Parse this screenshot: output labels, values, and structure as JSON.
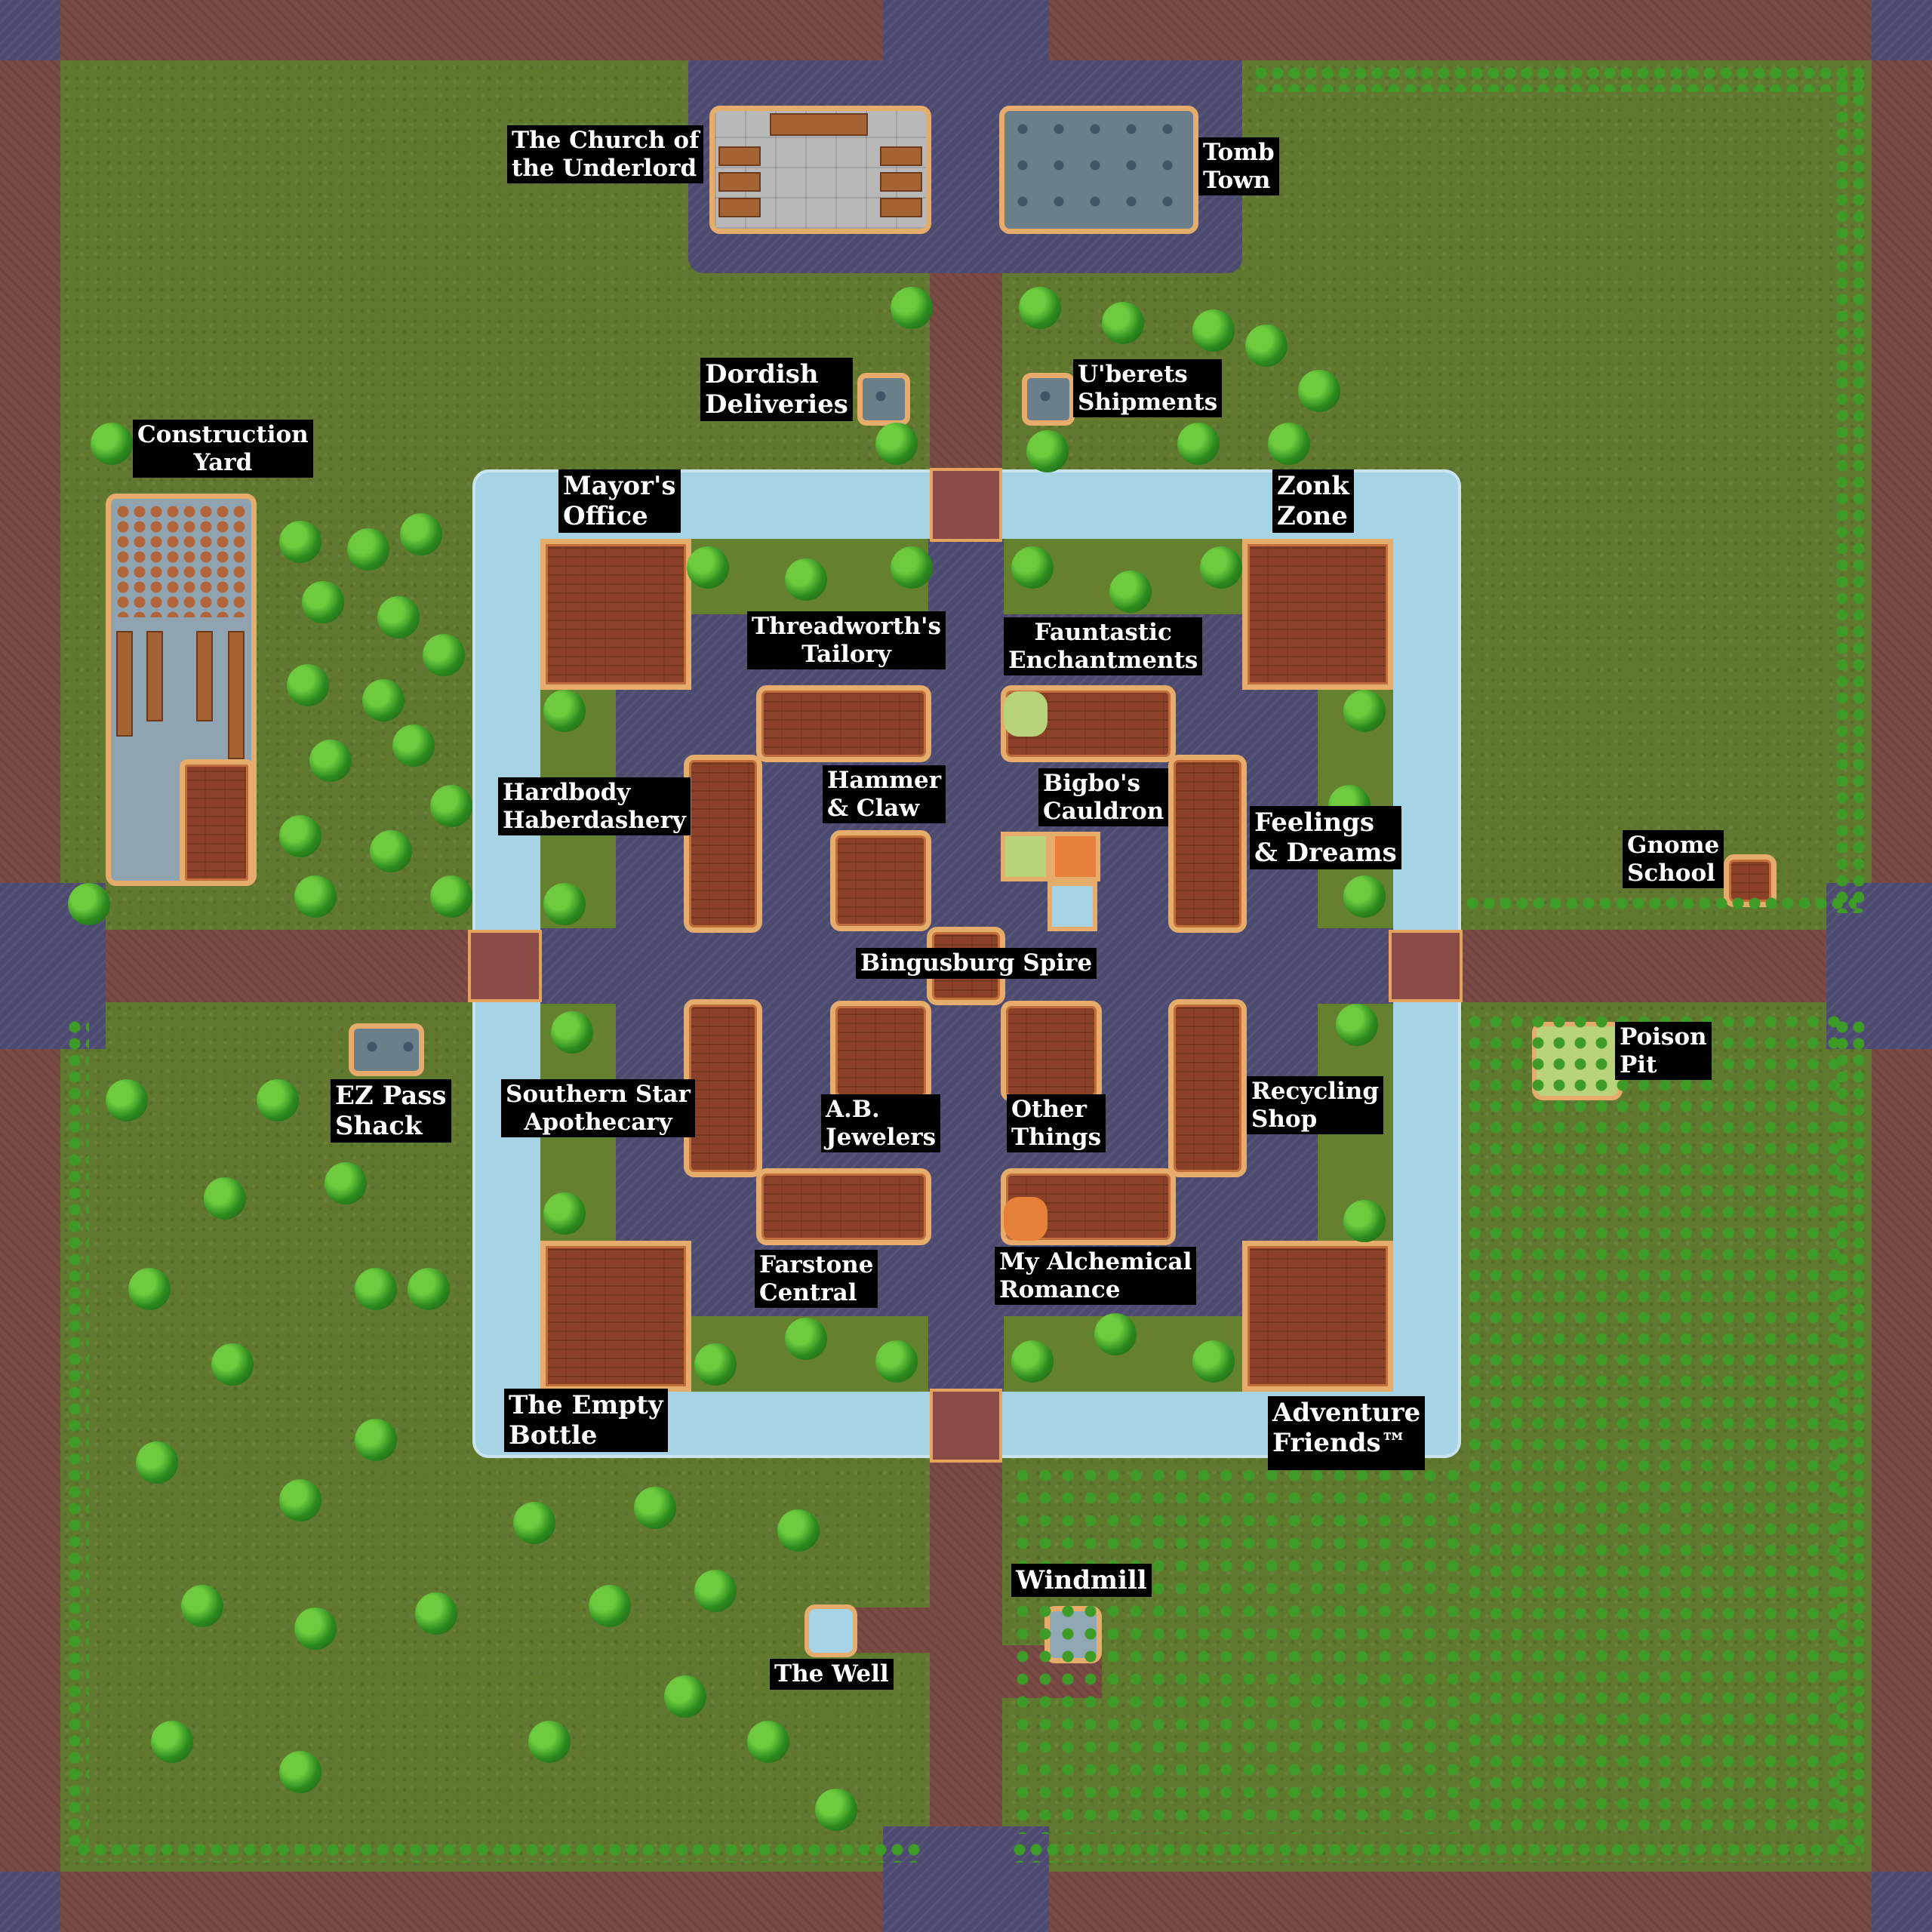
{
  "map": {
    "labels": {
      "church": "The Church of\nthe Underlord",
      "tomb_town": "Tomb\nTown",
      "dordish": "Dordish\nDeliveries",
      "uberets": "U'berets\nShipments",
      "construction_yard": "Construction\nYard",
      "mayors_office": "Mayor's\nOffice",
      "zonk_zone": "Zonk\nZone",
      "threadworths": "Threadworth's\nTailory",
      "fauntastic": "Fauntastic\nEnchantments",
      "hardbody": "Hardbody\nHaberdashery",
      "hammer_claw": "Hammer\n& Claw",
      "bigbos": "Bigbo's\nCauldron",
      "feelings": "Feelings\n& Dreams",
      "gnome_school": "Gnome\nSchool",
      "bingusburg": "Bingusburg Spire",
      "ez_pass": "EZ Pass\nShack",
      "poison_pit": "Poison\nPit",
      "southern_star": "Southern Star\nApothecary",
      "ab_jewelers": "A.B.\nJewelers",
      "other_things": "Other\nThings",
      "recycling": "Recycling\nShop",
      "farstone": "Farstone\nCentral",
      "alchemical": "My Alchemical\nRomance",
      "empty_bottle": "The Empty\nBottle",
      "adventure_friends": "Adventure\nFriends™",
      "windmill": "Windmill",
      "the_well": "The Well"
    }
  }
}
